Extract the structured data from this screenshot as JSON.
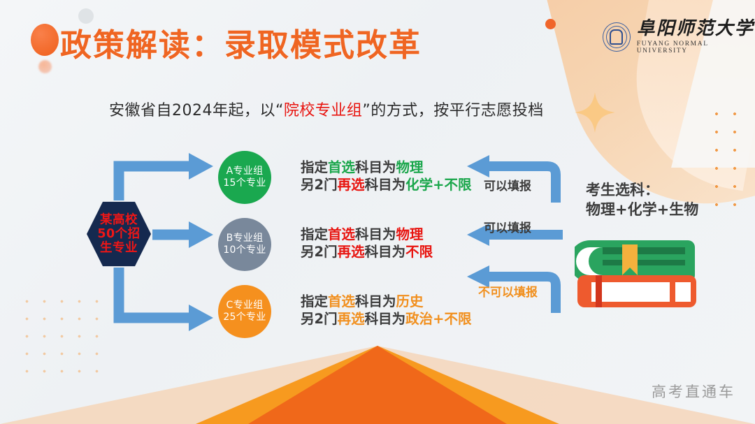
{
  "slide": {
    "title": "政策解读：录取模式改革",
    "subtitle": {
      "before": "安徽省自2024年起，以“",
      "highlight": "院校专业组",
      "after": "”的方式，按平行志愿投档"
    },
    "watermark": "高考直通车"
  },
  "logo": {
    "cn": "阜阳师范大学",
    "en": "FUYANG NORMAL UNIVERSITY"
  },
  "flow": {
    "source": {
      "line1": "某高校",
      "line2": "50个招",
      "line3": "生专业"
    },
    "groups": [
      {
        "id": "A",
        "name": "A专业组",
        "count": "15个专业",
        "color": "#1aa84f"
      },
      {
        "id": "B",
        "name": "B专业组",
        "count": "10个专业",
        "color": "#79889b"
      },
      {
        "id": "C",
        "name": "C专业组",
        "count": "25个专业",
        "color": "#f5901e"
      }
    ],
    "requirements": [
      {
        "group": "A",
        "line1": {
          "p1": "指定",
          "p2": "首选",
          "p3": "科目为",
          "p4": "物理"
        },
        "line2": {
          "p1": "另2门",
          "p2": "再选",
          "p3": "科目为",
          "p4": "化学",
          "p5": "+",
          "p6": "不限"
        }
      },
      {
        "group": "B",
        "line1": {
          "p1": "指定",
          "p2": "首选",
          "p3": "科目为",
          "p4": "物理"
        },
        "line2": {
          "p1": "另2门",
          "p2": "再选",
          "p3": "科目为",
          "p4": "不限"
        }
      },
      {
        "group": "C",
        "line1": {
          "p1": "指定",
          "p2": "首选",
          "p3": "科目为",
          "p4": "历史"
        },
        "line2": {
          "p1": "另2门",
          "p2": "再选",
          "p3": "科目为",
          "p4": "政治",
          "p5": "+",
          "p6": "不限"
        }
      }
    ],
    "verdicts": [
      {
        "group": "A",
        "text": "可以填报",
        "color": "#3b3b3b"
      },
      {
        "group": "B",
        "text": "可以填报",
        "color": "#3b3b3b"
      },
      {
        "group": "C",
        "text": "不可以填报",
        "color": "#f18f1d"
      }
    ],
    "student": {
      "line1": "考生选科：",
      "line2": "物理+化学+生物"
    }
  },
  "colors": {
    "accent_orange": "#ef6522",
    "highlight_red": "#e8140f",
    "green": "#19a64a",
    "arrow_blue": "#5b9bd5",
    "hex_navy": "#15294f"
  }
}
